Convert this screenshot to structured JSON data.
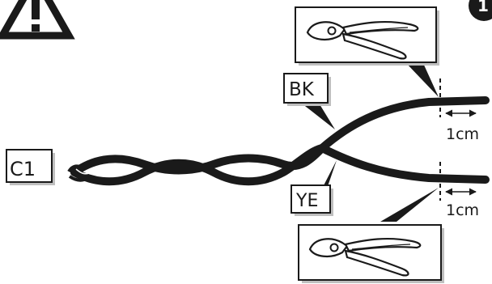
{
  "step_number": "1",
  "labels": {
    "cable": "C1",
    "wire_top": "BK",
    "wire_bottom": "YE"
  },
  "measurements": {
    "top": "1cm",
    "bottom": "1cm"
  },
  "icons": [
    "warning-icon",
    "wire-cutter-icon",
    "wire-cutter-icon"
  ]
}
